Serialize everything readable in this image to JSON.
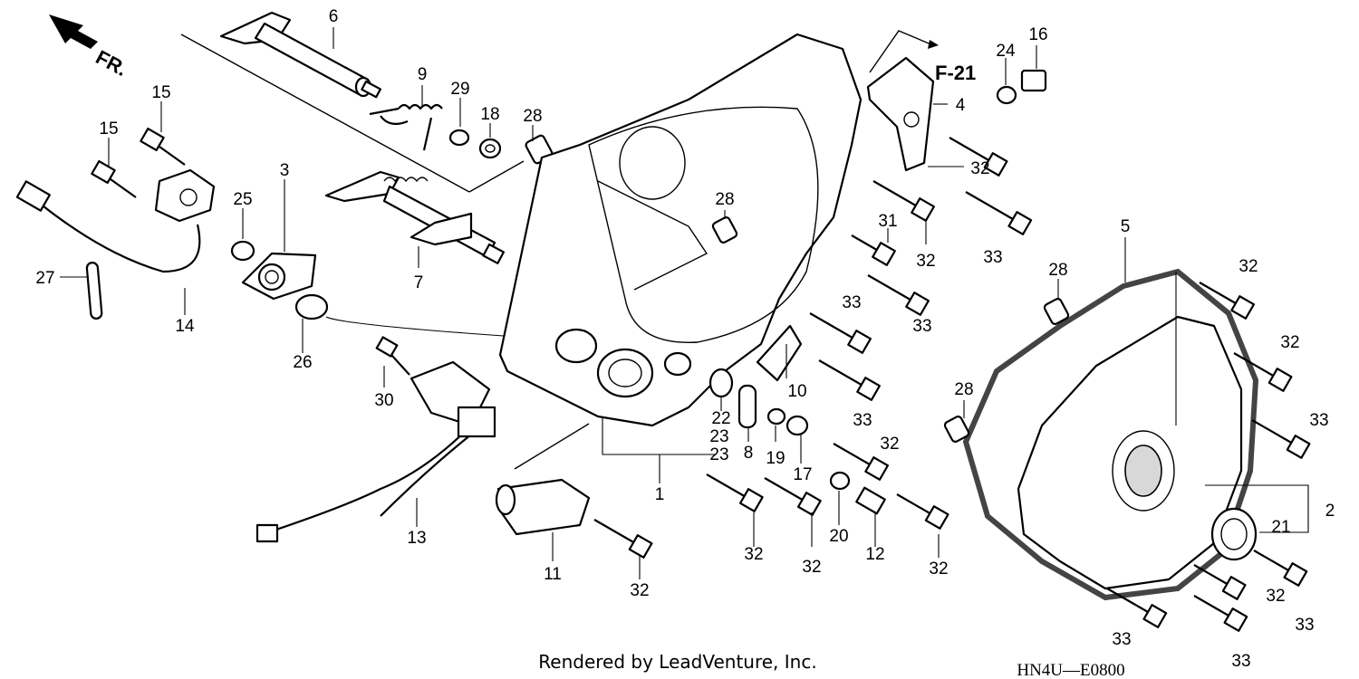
{
  "direction_label": "FR.",
  "reference_label": "F-21",
  "footer_credit": "Rendered by LeadVenture, Inc.",
  "diagram_code": "HN4U—E0800",
  "callouts": [
    {
      "id": "c6",
      "text": "6"
    },
    {
      "id": "c9",
      "text": "9"
    },
    {
      "id": "c29",
      "text": "29"
    },
    {
      "id": "c18",
      "text": "18"
    },
    {
      "id": "c28a",
      "text": "28"
    },
    {
      "id": "c15a",
      "text": "15"
    },
    {
      "id": "c15b",
      "text": "15"
    },
    {
      "id": "c3",
      "text": "3"
    },
    {
      "id": "c25",
      "text": "25"
    },
    {
      "id": "c27",
      "text": "27"
    },
    {
      "id": "c14",
      "text": "14"
    },
    {
      "id": "c7",
      "text": "7"
    },
    {
      "id": "c26",
      "text": "26"
    },
    {
      "id": "c30",
      "text": "30"
    },
    {
      "id": "c13",
      "text": "13"
    },
    {
      "id": "c11",
      "text": "11"
    },
    {
      "id": "c32a",
      "text": "32"
    },
    {
      "id": "c1",
      "text": "1"
    },
    {
      "id": "c23a",
      "text": "23"
    },
    {
      "id": "c23b",
      "text": "23"
    },
    {
      "id": "c22",
      "text": "22"
    },
    {
      "id": "c8",
      "text": "8"
    },
    {
      "id": "c19",
      "text": "19"
    },
    {
      "id": "c17",
      "text": "17"
    },
    {
      "id": "c10",
      "text": "10"
    },
    {
      "id": "c32b",
      "text": "32"
    },
    {
      "id": "c32c",
      "text": "32"
    },
    {
      "id": "c20",
      "text": "20"
    },
    {
      "id": "c12",
      "text": "12"
    },
    {
      "id": "c32d",
      "text": "32"
    },
    {
      "id": "c32e",
      "text": "32"
    },
    {
      "id": "c28b",
      "text": "28"
    },
    {
      "id": "c31",
      "text": "31"
    },
    {
      "id": "c32f",
      "text": "32"
    },
    {
      "id": "c33a",
      "text": "33"
    },
    {
      "id": "c33b",
      "text": "33"
    },
    {
      "id": "c33c",
      "text": "33"
    },
    {
      "id": "c32g",
      "text": "32"
    },
    {
      "id": "c33d",
      "text": "33"
    },
    {
      "id": "c4",
      "text": "4"
    },
    {
      "id": "c24",
      "text": "24"
    },
    {
      "id": "c16",
      "text": "16"
    },
    {
      "id": "c5",
      "text": "5"
    },
    {
      "id": "c28c",
      "text": "28"
    },
    {
      "id": "c32h",
      "text": "32"
    },
    {
      "id": "c32i",
      "text": "32"
    },
    {
      "id": "c28d",
      "text": "28"
    },
    {
      "id": "c33e",
      "text": "33"
    },
    {
      "id": "c2",
      "text": "2"
    },
    {
      "id": "c21",
      "text": "21"
    },
    {
      "id": "c32j",
      "text": "32"
    },
    {
      "id": "c33f",
      "text": "33"
    },
    {
      "id": "c33g",
      "text": "33"
    },
    {
      "id": "c33h",
      "text": "33"
    }
  ]
}
